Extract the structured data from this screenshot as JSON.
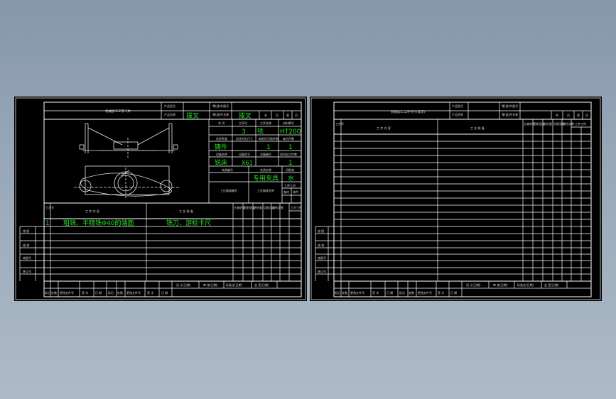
{
  "card1": {
    "title": "机械加工工序卡片",
    "hdr_product_model": "产品型号",
    "hdr_product_name": "产品名称",
    "hdr_part_drawing": "零(部)件图号",
    "hdr_part_name": "零(部)件名称",
    "part_name": "拨叉",
    "part_name2": "拨叉",
    "hdr_total": "共",
    "hdr_page": "页",
    "hdr_page2": "第",
    "hdr_page3": "页",
    "workshop_label": "车 间",
    "op_no_label": "工序号",
    "op_name_label": "工序名称",
    "material_label": "材料牌号",
    "op_no": "3",
    "op_name": "铣",
    "material": "HT200",
    "blank_type_label": "毛坯种类",
    "blank_dim_label": "毛坯外形尺寸",
    "blank_count_label": "每毛坯可制件数",
    "parts_per_label": "每台件数",
    "blank_type": "铸件",
    "blank_count": "1",
    "parts_per": "1",
    "equip_name_label": "设备名称",
    "equip_model_label": "设备型号",
    "equip_no_label": "设备编号",
    "simul_label": "同时加工件数",
    "equip_name": "铣床",
    "equip_model": "X61",
    "simul": "1",
    "fixture_no_label": "夹具编号",
    "fixture_name_label": "夹具名称",
    "coolant_label": "切削液",
    "fixture_name": "专用夹具",
    "coolant": "水",
    "station_tool_no_label": "工位器具编号",
    "station_tool_name_label": "工位器具名称",
    "op_hours_label": "工序工时",
    "std_label": "准终",
    "unit_label": "单件",
    "col_step_no": "工步号",
    "col_step_content": "工 步 内 容",
    "col_equipment": "工 艺 装 备",
    "col_spindle": "主轴转速",
    "col_speed": "切削速度",
    "col_feed": "进给量",
    "col_depth": "切削深度",
    "col_passes": "进给次数",
    "col_hours": "工步工时",
    "step1_no": "1",
    "step1_content": "粗铣、半精铣Φ40的端面",
    "step1_tools": "铣刀、游标卡尺",
    "side_labels": [
      "描 图",
      "描 校",
      "底图号",
      "装订号"
    ],
    "footer": [
      "设 计(日期)",
      "审 核(日期)",
      "标准化(日期)",
      "会 签(日期)"
    ],
    "rev": [
      "标记",
      "处数",
      "更改文件号",
      "签 字",
      "日 期",
      "标记",
      "处数",
      "更改文件号",
      "签 字",
      "日 期"
    ]
  },
  "card2": {
    "title": "机械加工工序卡片(续页)",
    "hdr_product_model": "产品型号",
    "hdr_product_name": "产品名称",
    "hdr_part_drawing": "零(部)件图号",
    "hdr_part_name": "零(部)件名称",
    "hdr_total": "共",
    "hdr_page": "页",
    "hdr_page2": "第",
    "hdr_page3": "页",
    "col_step_no": "工步号",
    "col_step_content": "工 步 内 容",
    "col_equipment": "工 艺 装 备",
    "col_spindle": "主轴转速",
    "col_speed": "切削速度",
    "col_feed": "进给量",
    "col_depth": "切削深度",
    "col_passes": "进给次数",
    "col_hours": "工步工时",
    "side_labels": [
      "描 图",
      "描 校",
      "底图号",
      "装订号"
    ],
    "footer": [
      "设 计(日期)",
      "审 核(日期)",
      "标准化(日期)",
      "会 签(日期)"
    ],
    "rev": [
      "标记",
      "处数",
      "更改文件号",
      "签 字",
      "日 期",
      "标记",
      "处数",
      "更改文件号",
      "签 字",
      "日 期"
    ]
  },
  "colors": {
    "background": "#9aa9b9",
    "sheet": "#000000",
    "lines": "#ffffff",
    "highlight": "#22e022"
  }
}
